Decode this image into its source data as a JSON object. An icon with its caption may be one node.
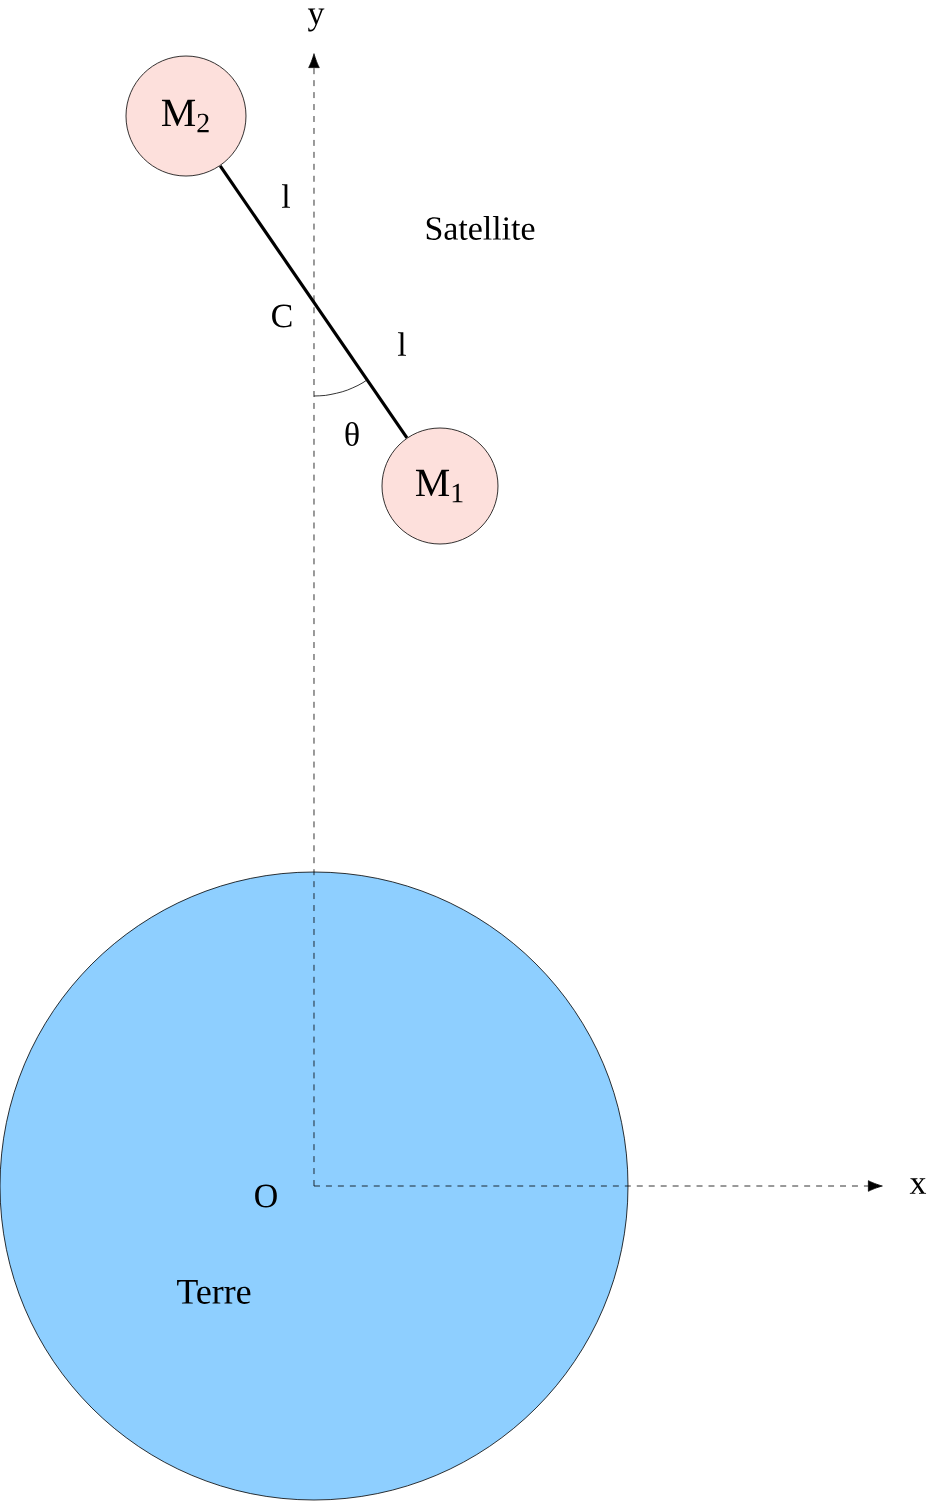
{
  "diagram": {
    "nodes": [
      {
        "text": [
          "M$_{2}$"
        ]
      },
      {
        "text": [
          "M$_{1}$"
        ]
      },
      {
        "text": [
          "Terre"
        ]
      }
    ],
    "edges": [
      {
        "from": 0,
        "to": 1,
        "arrow": "none"
      }
    ],
    "labels": [
      "y",
      "l",
      "Satellite",
      "C",
      "l",
      "θ",
      "O",
      "x"
    ]
  }
}
